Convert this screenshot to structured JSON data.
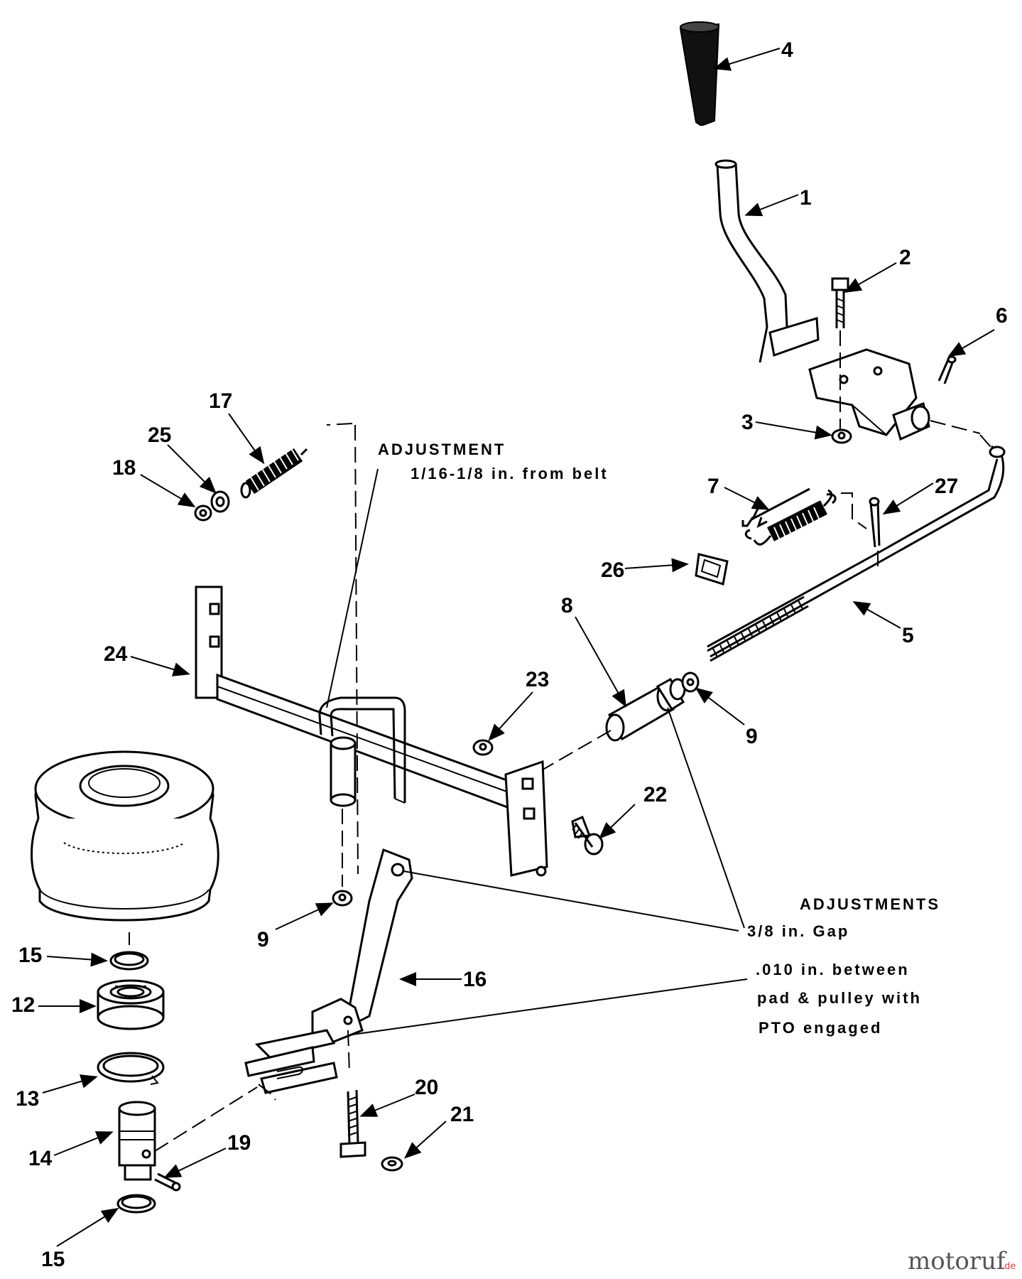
{
  "callouts": [
    {
      "id": "c1",
      "text": "1"
    },
    {
      "id": "c2",
      "text": "2"
    },
    {
      "id": "c3",
      "text": "3"
    },
    {
      "id": "c4",
      "text": "4"
    },
    {
      "id": "c5",
      "text": "5"
    },
    {
      "id": "c6",
      "text": "6"
    },
    {
      "id": "c7",
      "text": "7"
    },
    {
      "id": "c8",
      "text": "8"
    },
    {
      "id": "c9a",
      "text": "9"
    },
    {
      "id": "c9b",
      "text": "9"
    },
    {
      "id": "c12",
      "text": "12"
    },
    {
      "id": "c13",
      "text": "13"
    },
    {
      "id": "c14",
      "text": "14"
    },
    {
      "id": "c15a",
      "text": "15"
    },
    {
      "id": "c15b",
      "text": "15"
    },
    {
      "id": "c16",
      "text": "16"
    },
    {
      "id": "c17",
      "text": "17"
    },
    {
      "id": "c18",
      "text": "18"
    },
    {
      "id": "c19",
      "text": "19"
    },
    {
      "id": "c20",
      "text": "20"
    },
    {
      "id": "c21",
      "text": "21"
    },
    {
      "id": "c22",
      "text": "22"
    },
    {
      "id": "c23",
      "text": "23"
    },
    {
      "id": "c24",
      "text": "24"
    },
    {
      "id": "c25",
      "text": "25"
    },
    {
      "id": "c26",
      "text": "26"
    },
    {
      "id": "c27",
      "text": "27"
    }
  ],
  "notes": {
    "adjustment_title": "ADJUSTMENT",
    "adjustment_text": "1/16-1/8 in. from belt",
    "adjustments_title": "ADJUSTMENTS",
    "gap_text": "3/8 in. Gap",
    "pad_line1": ".010 in. between",
    "pad_line2": "pad & pulley with",
    "pad_line3": "PTO engaged"
  },
  "watermark": {
    "brand": "motoruf",
    "suffix": ".de"
  }
}
